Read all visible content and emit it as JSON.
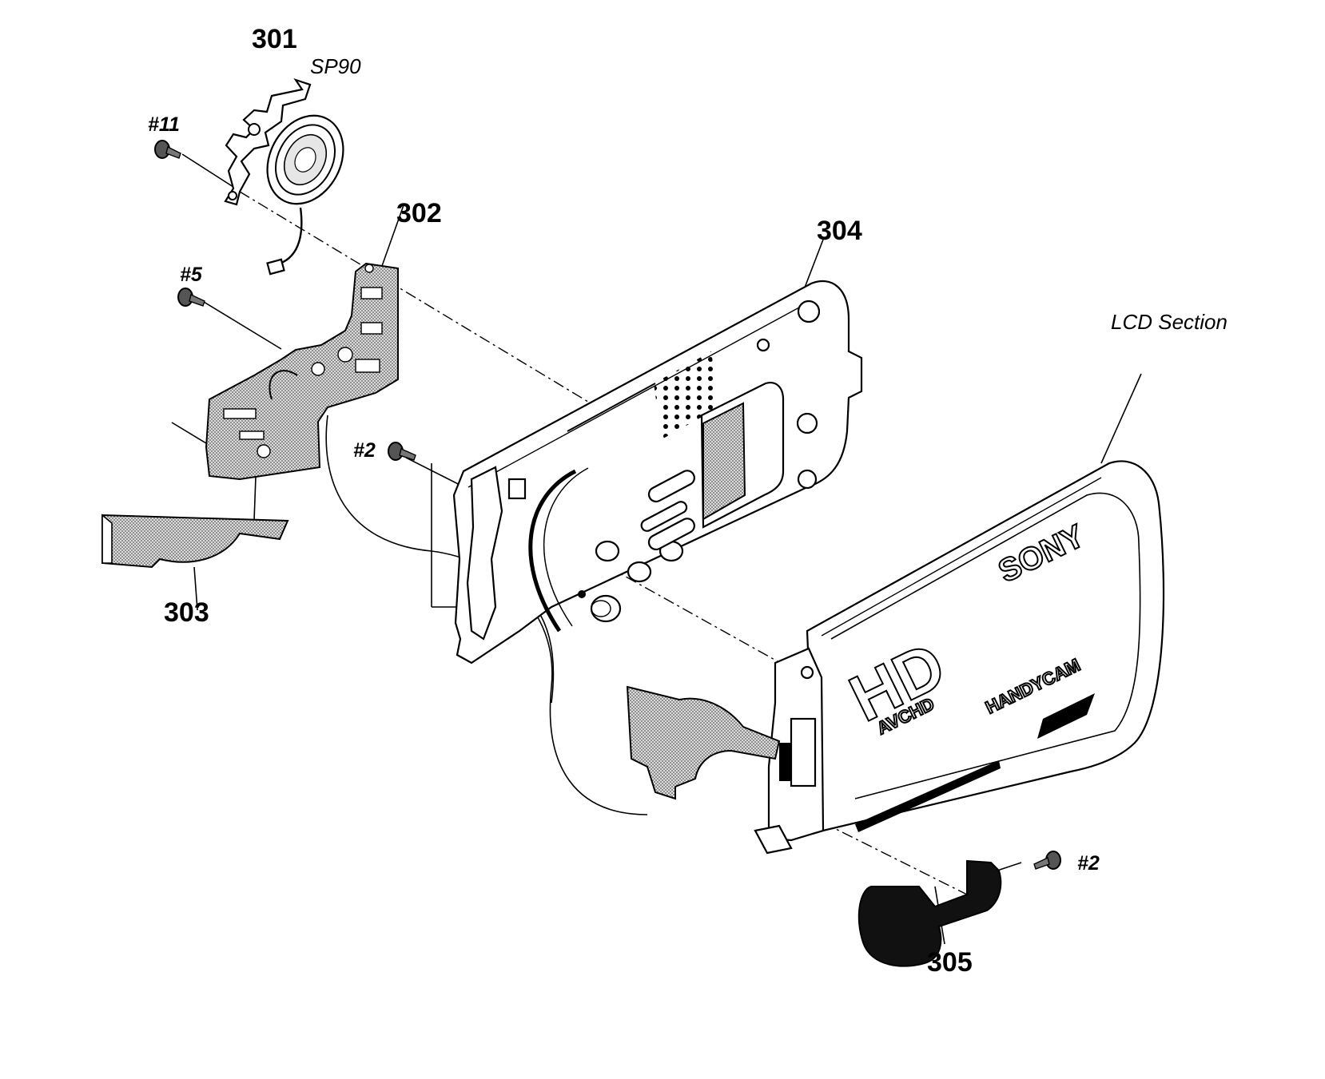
{
  "diagram": {
    "parts": {
      "p301": "301",
      "p302": "302",
      "p303": "303",
      "p304": "304",
      "p305": "305"
    },
    "screws": {
      "s11": "#11",
      "s5": "#5",
      "s2_left": "#2",
      "s2_right": "#2"
    },
    "components": {
      "speaker": "SP90",
      "lcd": "LCD Section"
    },
    "branding": {
      "sony": "SONY",
      "hd": "HD",
      "avchd": "AVCHD",
      "handycam": "HANDYCAM"
    }
  }
}
